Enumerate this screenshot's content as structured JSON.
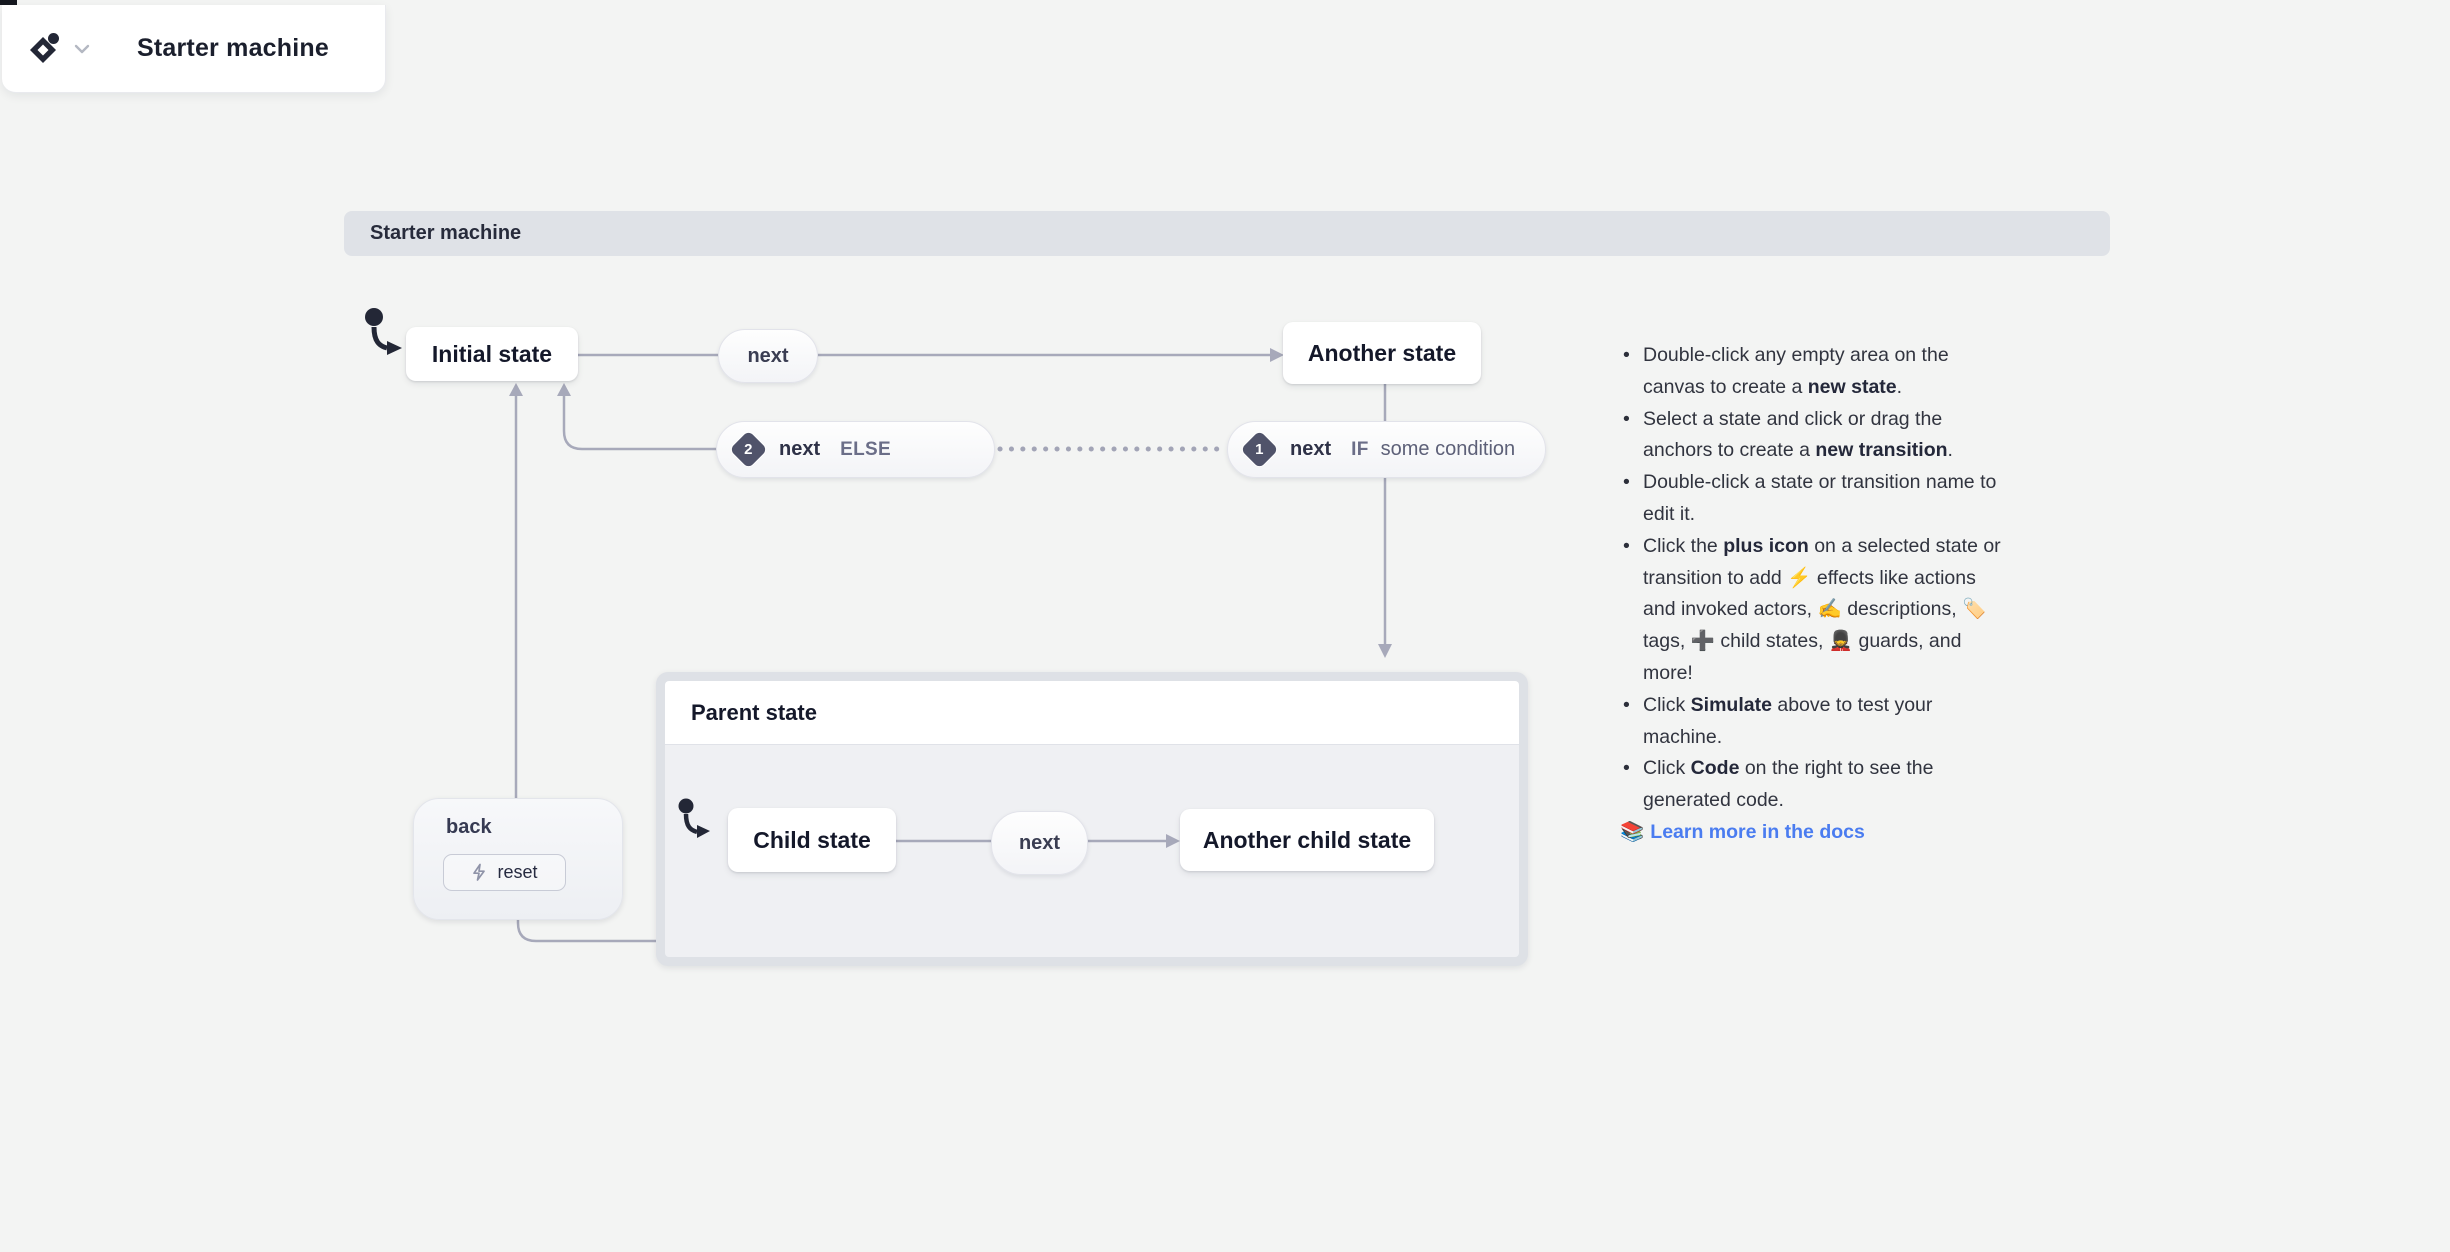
{
  "window": {
    "title": "Starter machine"
  },
  "canvas": {
    "header_title": "Starter machine",
    "states": {
      "initial": "Initial state",
      "another": "Another state",
      "parent": "Parent state",
      "child": "Child state",
      "another_child": "Another child state"
    },
    "transitions": {
      "next_top": {
        "event": "next"
      },
      "next_if": {
        "order": "1",
        "event": "next",
        "keyword": "IF",
        "guard": "some condition"
      },
      "next_else": {
        "order": "2",
        "event": "next",
        "keyword": "ELSE"
      },
      "child_next": {
        "event": "next"
      },
      "back": {
        "event": "back",
        "action": "reset"
      }
    }
  },
  "help": {
    "bullets": [
      {
        "pre": "Double-click any empty area on the canvas to create a ",
        "bold": "new state",
        "post": "."
      },
      {
        "pre": "Select a state and click or drag the anchors to create a ",
        "bold": "new transition",
        "post": "."
      },
      {
        "pre": "Double-click a state or transition name to edit it.",
        "bold": "",
        "post": ""
      },
      {
        "pre": "Click the ",
        "bold": "plus icon",
        "post": " on a selected state or transition to add ⚡ effects like actions and invoked actors, ✍️ descriptions, 🏷️ tags, ➕ child states, 💂 guards, and more!"
      },
      {
        "pre": "Click ",
        "bold": "Simulate",
        "post": " above to test your machine."
      },
      {
        "pre": "Click ",
        "bold": "Code",
        "post": " on the right to see the generated code."
      }
    ],
    "link": {
      "emoji": "📚",
      "label": "Learn more in the docs"
    }
  },
  "colors": {
    "page_bg": "#f3f4f3",
    "canvas_header_bg": "#dfe2e7",
    "wire": "#a7a9ba",
    "badge": "#50536a",
    "node_text": "#14182a",
    "link": "#4a7cf0"
  }
}
